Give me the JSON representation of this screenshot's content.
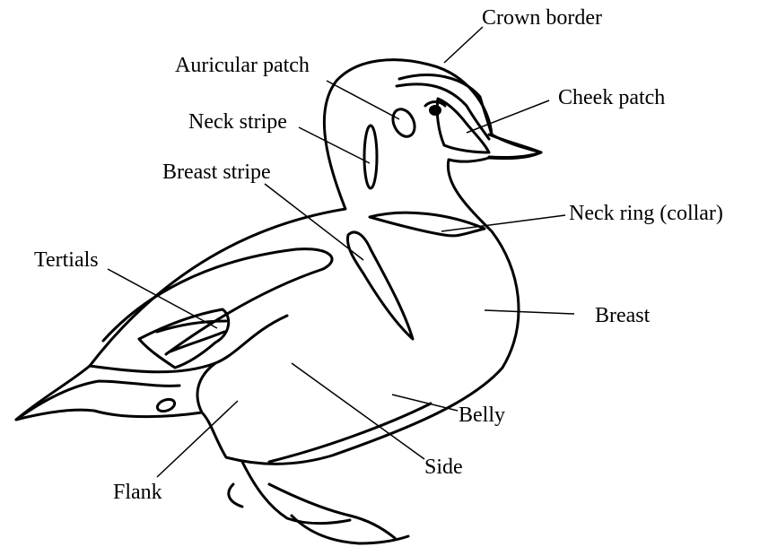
{
  "diagram": {
    "labels": {
      "crown_border": "Crown border",
      "auricular_patch": "Auricular patch",
      "cheek_patch": "Cheek patch",
      "neck_stripe": "Neck stripe",
      "breast_stripe": "Breast stripe",
      "neck_ring": "Neck ring (collar)",
      "tertials": "Tertials",
      "breast": "Breast",
      "belly": "Belly",
      "side": "Side",
      "flank": "Flank"
    }
  }
}
